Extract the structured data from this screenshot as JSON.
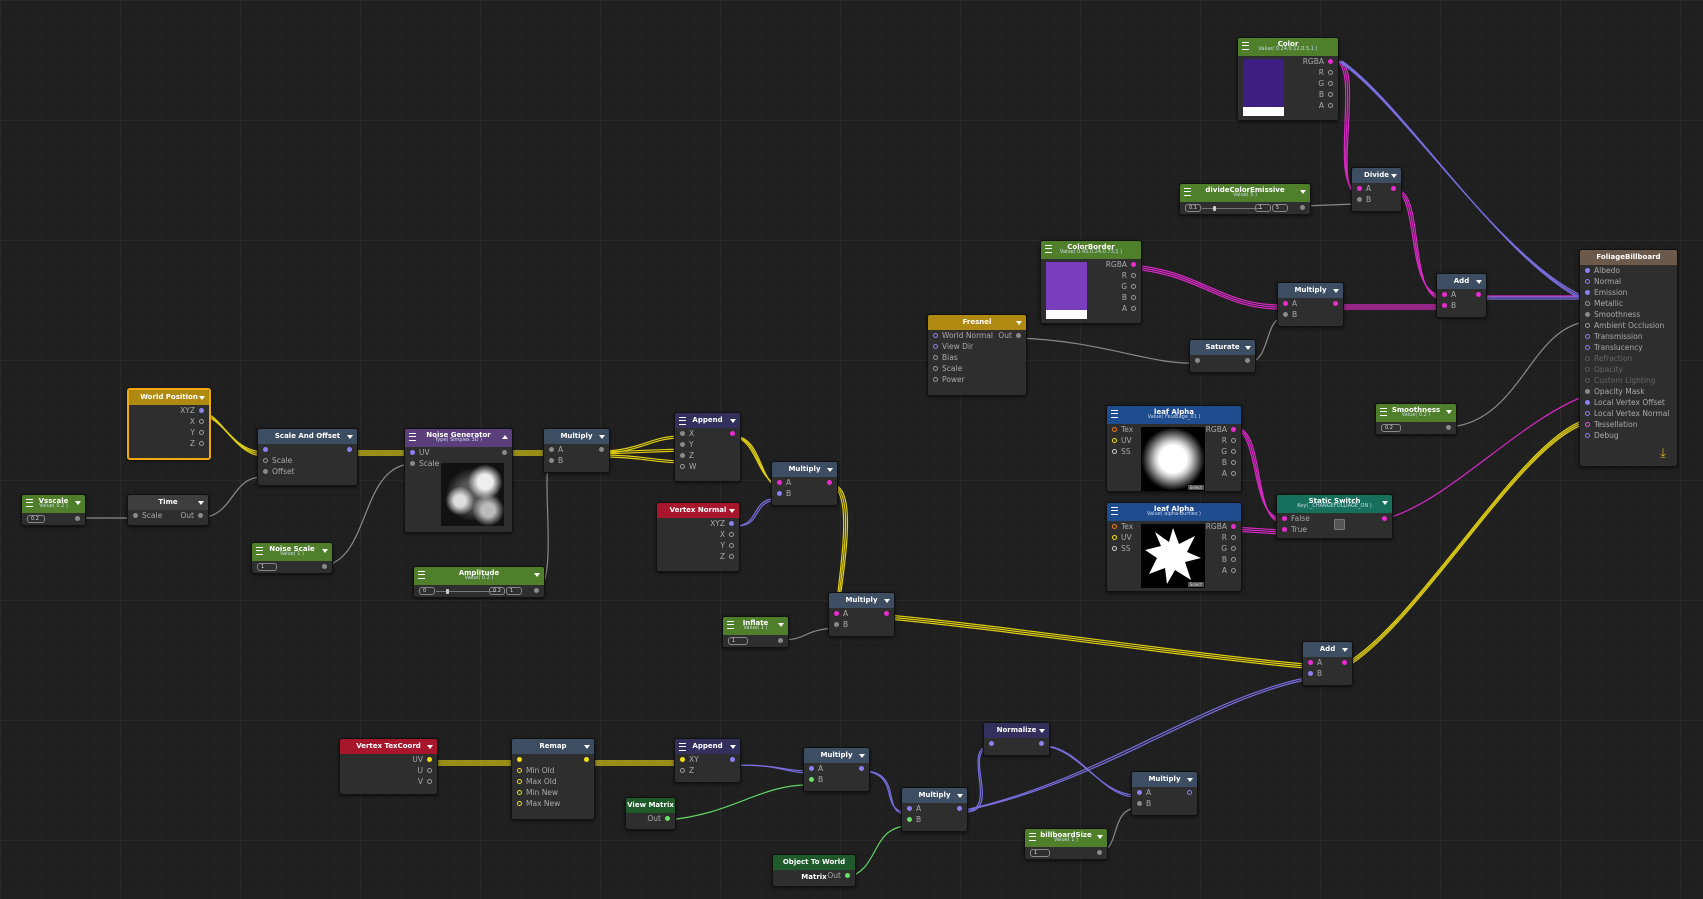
{
  "nodes": {
    "world_position": {
      "title": "World Position",
      "outputs": [
        "XYZ",
        "X",
        "Y",
        "Z"
      ]
    },
    "vsscale": {
      "title": "Vsscale",
      "sub": "Value( 0.2 )",
      "value": "0.2"
    },
    "time": {
      "title": "Time",
      "in": "Scale",
      "out": "Out"
    },
    "noise_scale": {
      "title": "Noise Scale",
      "sub": "Value( 1 )",
      "value": "1"
    },
    "scale_offset": {
      "title": "Scale And Offset",
      "inputs": [
        "",
        "Scale",
        "Offset"
      ]
    },
    "noise_gen": {
      "title": "Noise Generator",
      "sub": "Type( Simplex 3D )",
      "inputs": [
        "UV",
        "Scale"
      ]
    },
    "amplitude": {
      "title": "Amplitude",
      "sub": "Value( 0.2 )",
      "min": "0",
      "max": "0.2",
      "value": "1"
    },
    "multiply1": {
      "title": "Multiply",
      "inputs": [
        "A",
        "B"
      ]
    },
    "append1": {
      "title": "Append",
      "inputs": [
        "X",
        "Y",
        "Z",
        "W"
      ]
    },
    "multiply2": {
      "title": "Multiply",
      "inputs": [
        "A",
        "B"
      ]
    },
    "vertex_normal": {
      "title": "Vertex Normal",
      "outputs": [
        "XYZ",
        "X",
        "Y",
        "Z"
      ]
    },
    "inflate": {
      "title": "Inflate",
      "sub": "Value( 1 )",
      "value": "1"
    },
    "multiply3": {
      "title": "Multiply",
      "inputs": [
        "A",
        "B"
      ]
    },
    "fresnel": {
      "title": "Fresnel",
      "inputs": [
        "World Normal",
        "View Dir",
        "Bias",
        "Scale",
        "Power"
      ],
      "out": "Out"
    },
    "color_border": {
      "title": "ColorBorder",
      "sub": "Value( 0.45,0.24,0.73,1 )",
      "outputs": [
        "RGBA",
        "R",
        "G",
        "B",
        "A"
      ],
      "swatch": "#7a3dbe"
    },
    "color": {
      "title": "Color",
      "sub": "Value( 0.24,0.12,0.5,1 )",
      "outputs": [
        "RGBA",
        "R",
        "G",
        "B",
        "A"
      ],
      "swatch": "#3c1f80"
    },
    "divide_emissive": {
      "title": "divideColorEmissive",
      "sub": "Value( 5 )",
      "min": "0.1",
      "max": "1",
      "value": "5"
    },
    "divide": {
      "title": "Divide",
      "inputs": [
        "A",
        "B"
      ]
    },
    "multiply_color": {
      "title": "Multiply",
      "inputs": [
        "A",
        "B"
      ]
    },
    "saturate": {
      "title": "Saturate"
    },
    "add_color": {
      "title": "Add",
      "inputs": [
        "A",
        "B"
      ]
    },
    "leaf_alpha1": {
      "title": "leaf Alpha",
      "sub": "Value( FeuiBage_01 )",
      "inputs": [
        "Tex",
        "UV",
        "SS"
      ],
      "outputs": [
        "RGBA",
        "R",
        "G",
        "B",
        "A"
      ],
      "select": "Select"
    },
    "leaf_alpha2": {
      "title": "leaf Alpha",
      "sub": "Value( alpha-Burties )",
      "inputs": [
        "Tex",
        "UV",
        "SS"
      ],
      "outputs": [
        "RGBA",
        "R",
        "G",
        "B",
        "A"
      ],
      "select": "Select"
    },
    "static_switch": {
      "title": "Static Switch",
      "sub": "Key( _CHANGEFOLLIAGE_ON )",
      "inputs": [
        "False",
        "True"
      ]
    },
    "smoothness": {
      "title": "Smoothness",
      "sub": "Value( 0.2 )",
      "value": "0.2"
    },
    "add_offset": {
      "title": "Add",
      "inputs": [
        "A",
        "B"
      ]
    },
    "vertex_texcoord": {
      "title": "Vertex TexCoord",
      "outputs": [
        "UV",
        "U",
        "V"
      ]
    },
    "remap": {
      "title": "Remap",
      "inputs": [
        "",
        "Min Old",
        "Max Old",
        "Min New",
        "Max New"
      ]
    },
    "append2": {
      "title": "Append",
      "inputs": [
        "XY",
        "Z"
      ]
    },
    "view_matrix": {
      "title": "View Matrix",
      "out": "Out"
    },
    "multiply4": {
      "title": "Multiply",
      "inputs": [
        "A",
        "B"
      ]
    },
    "object_to_world": {
      "title": "Object To World Matrix",
      "out": "Out"
    },
    "multiply5": {
      "title": "Multiply",
      "inputs": [
        "A",
        "B"
      ]
    },
    "normalize": {
      "title": "Normalize"
    },
    "multiply6": {
      "title": "Multiply",
      "inputs": [
        "A",
        "B"
      ]
    },
    "billboard_size": {
      "title": "billboardSize",
      "sub": "Value( 1 )",
      "value": "1"
    },
    "foliage_billboard": {
      "title": "FoliageBillboard",
      "inputs": [
        "Albedo",
        "Normal",
        "Emission",
        "Metallic",
        "Smoothness",
        "Ambient Occlusion",
        "Transmission",
        "Translucency",
        "Refraction",
        "Opacity",
        "Custom Lighting",
        "Opacity Mask",
        "Local Vertex Offset",
        "Local Vertex Normal",
        "Tessellation",
        "Debug"
      ]
    }
  }
}
